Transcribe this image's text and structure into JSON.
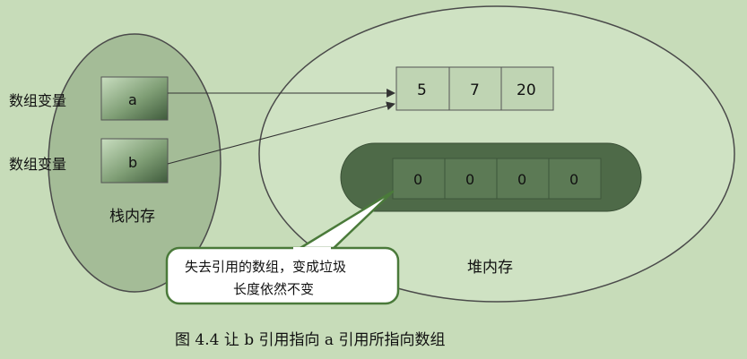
{
  "diagram": {
    "stack": {
      "title": "栈内存",
      "variables": [
        {
          "label": "数组变量",
          "name": "a"
        },
        {
          "label": "数组变量",
          "name": "b"
        }
      ]
    },
    "heap": {
      "title": "堆内存",
      "live_array": [
        "5",
        "7",
        "20"
      ],
      "garbage_array": [
        "0",
        "0",
        "0",
        "0"
      ]
    },
    "callout": {
      "line1": "失去引用的数组，变成垃圾",
      "line2": "长度依然不变"
    },
    "caption": "图 4.4  让 b 引用指向 a 引用所指向数组"
  }
}
